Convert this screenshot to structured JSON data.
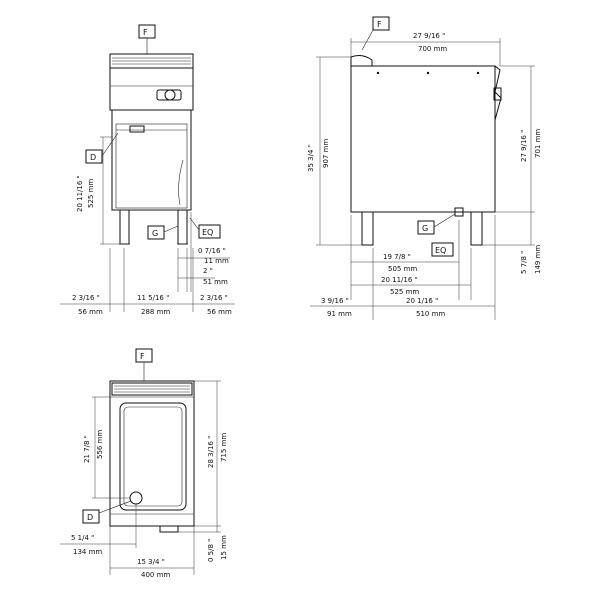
{
  "labels": {
    "f": "F",
    "d": "D",
    "g": "G",
    "eq": "EQ"
  },
  "front_view": {
    "h_in": "20 11/16 \"",
    "h_mm": "525 mm",
    "foot_in": "0 7/16 \"",
    "foot_mm": "11 mm",
    "gap_in": "2 \"",
    "gap_mm": "51 mm",
    "left_in": "2 3/16 \"",
    "left_mm": "56 mm",
    "mid_in": "11 5/16 \"",
    "mid_mm": "288 mm",
    "right_in": "2 3/16 \"",
    "right_mm": "56 mm"
  },
  "side_view": {
    "top_in": "27 9/16 \"",
    "top_mm": "700 mm",
    "total_h_in": "35 3/4 \"",
    "total_h_mm": "907 mm",
    "upper_h_in": "27 9/16 \"",
    "upper_h_mm": "701 mm",
    "leg_h_in": "5 7/8 \"",
    "leg_h_mm": "149 mm",
    "d1_in": "19 7/8 \"",
    "d1_mm": "505 mm",
    "d2_in": "20 11/16 \"",
    "d2_mm": "525 mm",
    "back_in": "3 9/16 \"",
    "back_mm": "91 mm",
    "d3_in": "20 1/16 \"",
    "d3_mm": "510 mm"
  },
  "top_view": {
    "h1_in": "21 7/8 \"",
    "h1_mm": "556 mm",
    "h2_in": "28 3/16 \"",
    "h2_mm": "715 mm",
    "side_in": "5 1/4 \"",
    "side_mm": "134 mm",
    "bot_in": "0 5/8 \"",
    "bot_mm": "15 mm",
    "width_in": "15 3/4 \"",
    "width_mm": "400 mm"
  }
}
